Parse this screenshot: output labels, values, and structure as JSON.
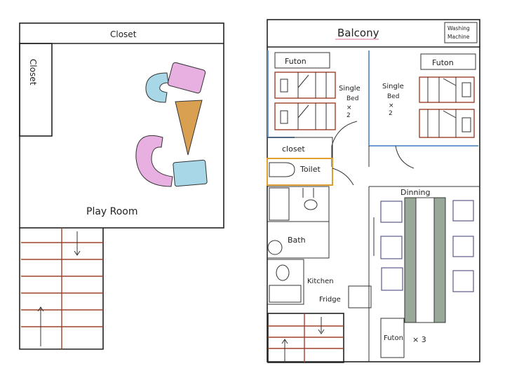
{
  "left_floor": {
    "closet_top": "Closet",
    "closet_side": "Closet",
    "play_room": "Play Room"
  },
  "right_floor": {
    "balcony": "Balcony",
    "washing_machine": [
      "Washing",
      "Machine"
    ],
    "bedroom_left": {
      "futon": "Futon",
      "beds": [
        "Single",
        "Bed",
        "×",
        "2"
      ]
    },
    "bedroom_right": {
      "futon": "Futon",
      "beds": [
        "Single",
        "Bed",
        "×",
        "2"
      ]
    },
    "closet": "closet",
    "toilet": "Toilet",
    "bath": "Bath",
    "kitchen": "Kitchen",
    "fridge": "Fridge",
    "dining": "Dinning",
    "dining_futon": "Futon",
    "dining_futon_count": "× 3"
  },
  "colors": {
    "line": "#222222",
    "bed_outline": "#a0402a",
    "bedroom_wall": "#6a9ccf",
    "toilet_wall": "#e0a030",
    "pink": "#e8b0e0",
    "cyan": "#a8d8e8",
    "ochre": "#d8a050"
  }
}
